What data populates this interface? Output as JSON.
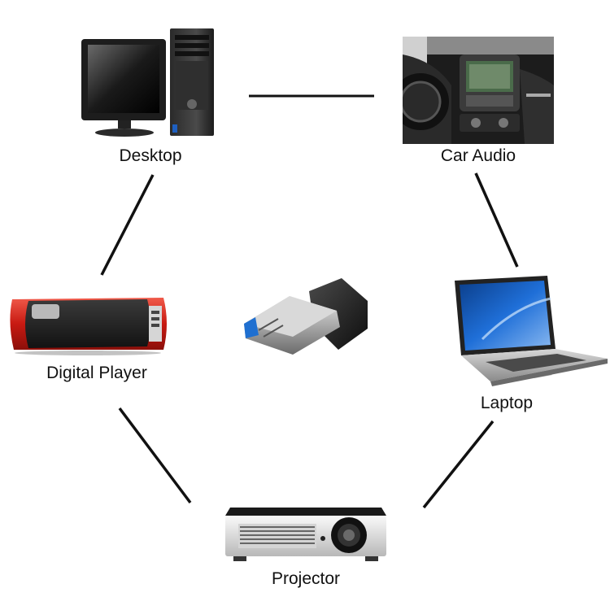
{
  "devices": {
    "desktop": {
      "label": "Desktop"
    },
    "car_audio": {
      "label": "Car Audio"
    },
    "digital_player": {
      "label": "Digital Player"
    },
    "laptop": {
      "label": "Laptop"
    },
    "projector": {
      "label": "Projector"
    },
    "usb_drive": {
      "icon": "usb-flash-drive-icon"
    }
  },
  "colors": {
    "line": "#111111",
    "player_red": "#d8231c",
    "usb_blue": "#1f6fd0"
  }
}
